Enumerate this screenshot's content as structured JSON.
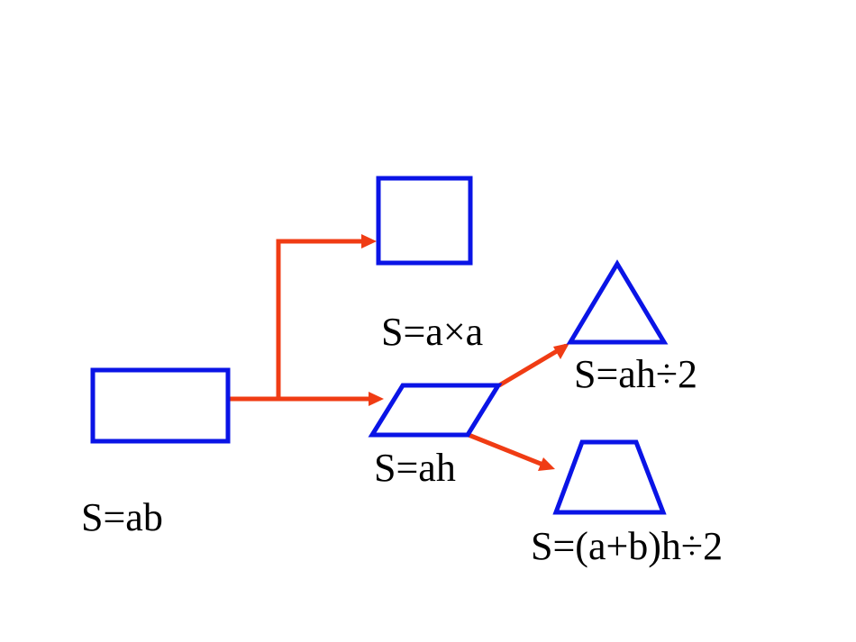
{
  "colors": {
    "shape_stroke": "#0a14e6",
    "arrow": "#f03c14",
    "text": "#000000",
    "background": "#ffffff"
  },
  "shapes": {
    "rectangle": {
      "formula": "S=ab"
    },
    "square": {
      "formula": "S=a×a"
    },
    "parallelogram": {
      "formula": "S=ah"
    },
    "triangle": {
      "formula": "S=ah÷2"
    },
    "trapezoid": {
      "formula": "S=(a+b)h÷2"
    }
  }
}
